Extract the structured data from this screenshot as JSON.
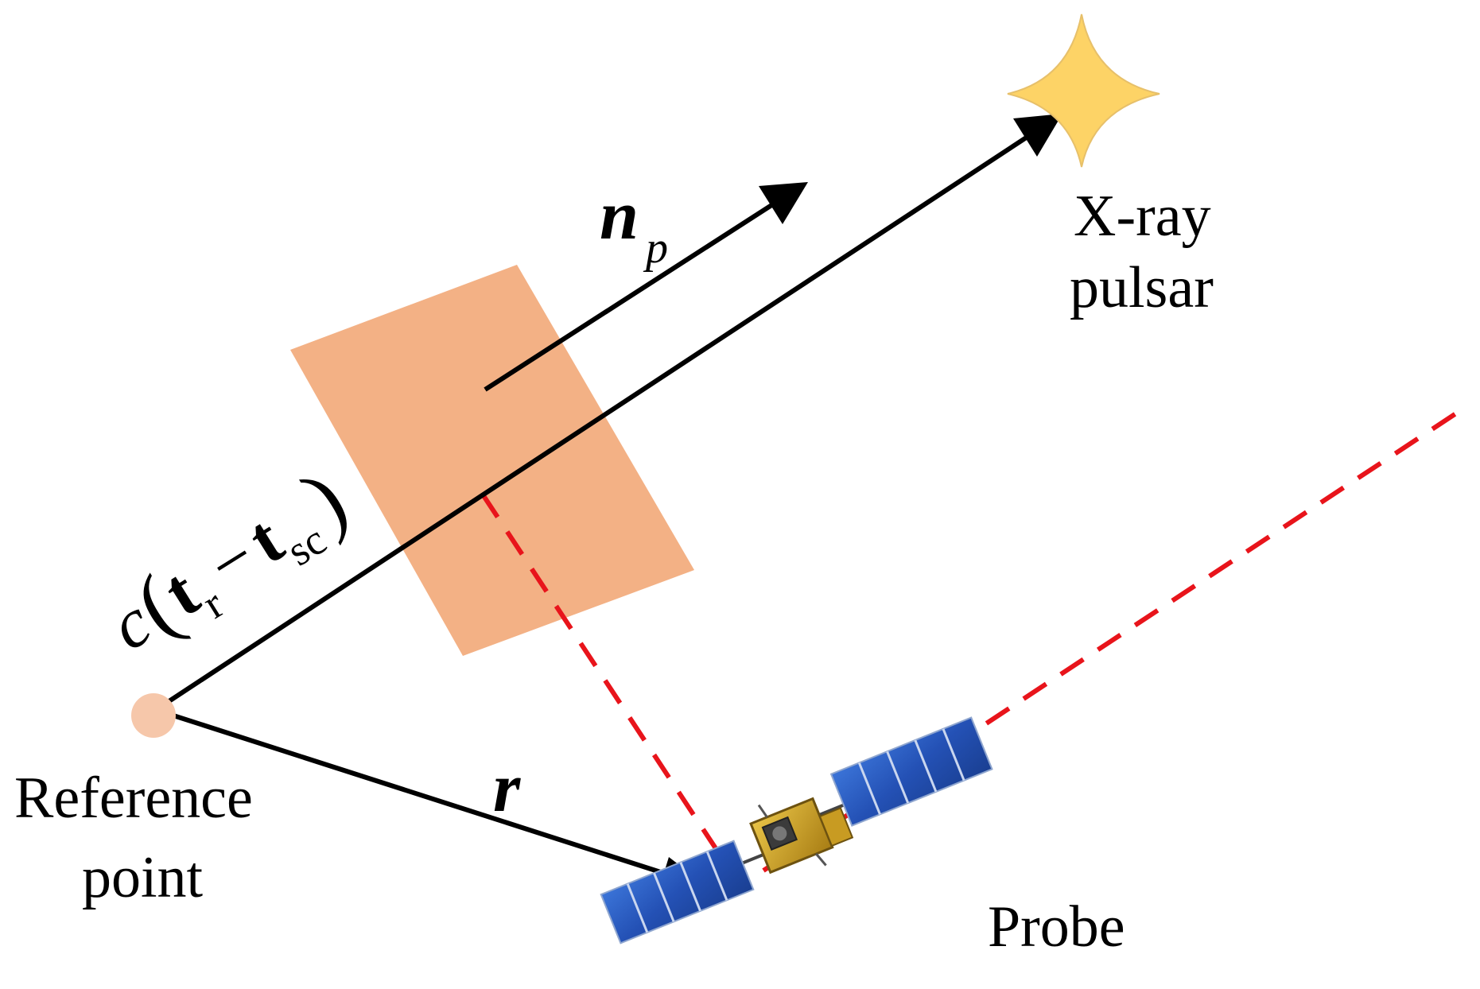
{
  "labels": {
    "pulsar_line1": "X-ray",
    "pulsar_line2": "pulsar",
    "reference_line1": "Reference",
    "reference_line2": "point",
    "probe": "Probe",
    "direction_vector": "n",
    "direction_subscript": "p",
    "position_vector": "r",
    "range_c": "c",
    "range_open_paren": "(",
    "range_t": "t",
    "range_sub_r": "r",
    "range_minus": "−",
    "range_sub_sc": "sc",
    "range_close_paren": ")"
  },
  "colors": {
    "wavefront_plane": "#f3b185",
    "reference_point": "#f6c7aa",
    "pulsar_star": "#fdd366",
    "projection_dashes": "#e8141b",
    "arrows": "#000000",
    "solar_panel": "#2d5fc4",
    "probe_body": "#d2a62a"
  }
}
